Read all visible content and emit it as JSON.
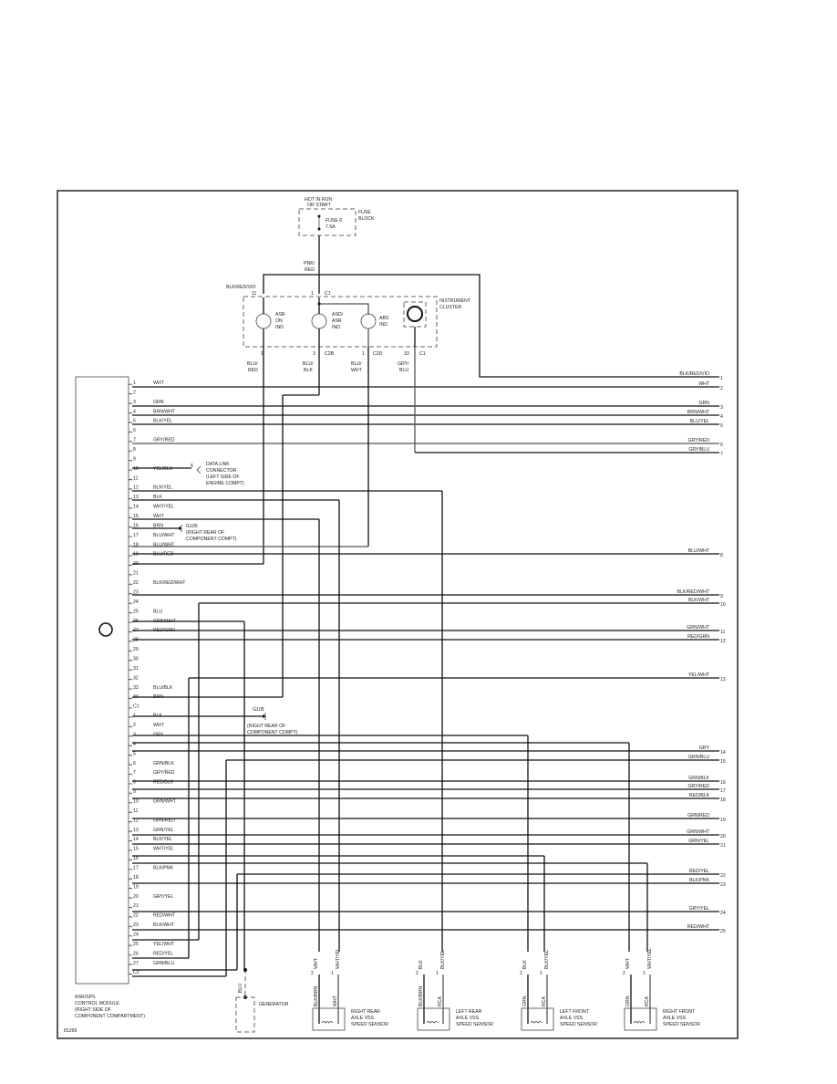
{
  "diagram": {
    "figure_id": "81269",
    "power_source": {
      "label_line1": "HOT IN RUN",
      "label_line2": "OR START",
      "fuse_label": "FUSE 6",
      "fuse_rating": "7.5A",
      "block_label1": "FUSE",
      "block_label2": "BLOCK"
    },
    "feed_wire": {
      "color_line1": "PNK/",
      "color_line2": "RED"
    },
    "cluster": {
      "label1": "INSTRUMENT",
      "label2": "CLUSTER",
      "top_left_wire": "BLK/RED/VIO",
      "top_left_pin": "11",
      "top_pin": "1",
      "top_connector": "C1",
      "indicators": [
        {
          "l1": "ASR",
          "l2": "ON",
          "l3": "IND",
          "pin": "1",
          "connector": "",
          "wire1": "BLU/",
          "wire2": "RED"
        },
        {
          "l1": "ASD/",
          "l2": "ASR",
          "l3": "IND",
          "pin": "3",
          "connector": "C2B",
          "wire1": "BLU/",
          "wire2": "BLK"
        },
        {
          "l1": "ABS",
          "l2": "IND",
          "l3": "",
          "pin": "1",
          "connector": "C2D",
          "wire1": "BLU/",
          "wire2": "WHT"
        }
      ],
      "module_pin": "33",
      "module_connector": "C1",
      "module_wire1": "GRY/",
      "module_wire2": "BLU"
    },
    "left_pins": [
      {
        "n": "1",
        "w": "WHT"
      },
      {
        "n": "2",
        "w": ""
      },
      {
        "n": "3",
        "w": "GRN"
      },
      {
        "n": "4",
        "w": "BRN/WHT"
      },
      {
        "n": "5",
        "w": "BLK/YEL"
      },
      {
        "n": "6",
        "w": ""
      },
      {
        "n": "7",
        "w": "GRY/RED"
      },
      {
        "n": "8",
        "w": ""
      },
      {
        "n": "9",
        "w": ""
      },
      {
        "n": "10",
        "w": "YEL/BLU"
      },
      {
        "n": "11",
        "w": ""
      },
      {
        "n": "12",
        "w": "BLK/YEL"
      },
      {
        "n": "13",
        "w": "BLK"
      },
      {
        "n": "14",
        "w": "WHT/YEL"
      },
      {
        "n": "15",
        "w": "WHT"
      },
      {
        "n": "16",
        "w": "BRN"
      },
      {
        "n": "17",
        "w": "BLU/WHT"
      },
      {
        "n": "18",
        "w": "BLU/WHT"
      },
      {
        "n": "19",
        "w": "BLU/RED"
      },
      {
        "n": "20",
        "w": ""
      },
      {
        "n": "21",
        "w": ""
      },
      {
        "n": "22",
        "w": "BLK/RED/WHT"
      },
      {
        "n": "23",
        "w": ""
      },
      {
        "n": "24",
        "w": ""
      },
      {
        "n": "25",
        "w": "BLU"
      },
      {
        "n": "26",
        "w": "GRN/WHT"
      },
      {
        "n": "27",
        "w": "RED/GRN"
      },
      {
        "n": "28",
        "w": ""
      },
      {
        "n": "29",
        "w": ""
      },
      {
        "n": "30",
        "w": ""
      },
      {
        "n": "31",
        "w": ""
      },
      {
        "n": "32",
        "w": ""
      },
      {
        "n": "33",
        "w": "BLU/BLK"
      },
      {
        "n": "34",
        "w": "BRN"
      },
      {
        "n": "C1",
        "w": ""
      },
      {
        "n": "1",
        "w": "BLK"
      },
      {
        "n": "2",
        "w": "WHT"
      },
      {
        "n": "3",
        "w": "GRY"
      },
      {
        "n": "4",
        "w": ""
      },
      {
        "n": "5",
        "w": ""
      },
      {
        "n": "6",
        "w": "GRN/BLK"
      },
      {
        "n": "7",
        "w": "GRY/RED"
      },
      {
        "n": "8",
        "w": "RED/BLK"
      },
      {
        "n": "9",
        "w": ""
      },
      {
        "n": "10",
        "w": "GRN/WHT"
      },
      {
        "n": "11",
        "w": ""
      },
      {
        "n": "12",
        "w": "GRN/RED"
      },
      {
        "n": "13",
        "w": "GRN/YEL"
      },
      {
        "n": "14",
        "w": "BLK/YEL"
      },
      {
        "n": "15",
        "w": "WHT/YEL"
      },
      {
        "n": "16",
        "w": ""
      },
      {
        "n": "17",
        "w": "BLK/PNK"
      },
      {
        "n": "18",
        "w": ""
      },
      {
        "n": "19",
        "w": ""
      },
      {
        "n": "20",
        "w": "GRY/YEL"
      },
      {
        "n": "21",
        "w": ""
      },
      {
        "n": "22",
        "w": "RED/WHT"
      },
      {
        "n": "23",
        "w": "BLK/WHT"
      },
      {
        "n": "24",
        "w": ""
      },
      {
        "n": "25",
        "w": "YEL/WHT"
      },
      {
        "n": "26",
        "w": "RED/YEL"
      },
      {
        "n": "27",
        "w": "GRN/BLU"
      },
      {
        "n": "C2",
        "w": ""
      }
    ],
    "right_refs": [
      {
        "n": "1",
        "w": "BLK/RED/VIO"
      },
      {
        "n": "2",
        "w": "WHT"
      },
      {
        "n": "3",
        "w": "GRN"
      },
      {
        "n": "4",
        "w": "BRN/WHT"
      },
      {
        "n": "5",
        "w": "BLU/YEL"
      },
      {
        "n": "6",
        "w": "GRY/RED"
      },
      {
        "n": "7",
        "w": "GRY/BLU"
      },
      {
        "n": "8",
        "w": "BLU/WHT"
      },
      {
        "n": "9",
        "w": "BLK/RED/WHT"
      },
      {
        "n": "10",
        "w": "BLK/WHT"
      },
      {
        "n": "11",
        "w": "GRN/WHT"
      },
      {
        "n": "12",
        "w": "RED/GRN"
      },
      {
        "n": "13",
        "w": "YEL/WHT"
      },
      {
        "n": "14",
        "w": "GRY"
      },
      {
        "n": "15",
        "w": "GRN/BLU"
      },
      {
        "n": "16",
        "w": "GRN/BLK"
      },
      {
        "n": "17",
        "w": "GRY/RED"
      },
      {
        "n": "18",
        "w": "RED/BLK"
      },
      {
        "n": "19",
        "w": "GRN/RED"
      },
      {
        "n": "20",
        "w": "GRN/WHT"
      },
      {
        "n": "21",
        "w": "GRN/YEL"
      },
      {
        "n": "22",
        "w": "RED/YEL"
      },
      {
        "n": "23",
        "w": "BLK/PNK"
      },
      {
        "n": "24",
        "w": "GRY/YEL"
      },
      {
        "n": "25",
        "w": "RED/WHT"
      }
    ],
    "dlc": {
      "pin": "6",
      "l1": "DATA LINK",
      "l2": "CONNECTOR",
      "l3": "(LEFT SIDE OF",
      "l4": "ENGINE COMPT)"
    },
    "ground1": {
      "id": "G105",
      "l1": "(RIGHT REAR OF",
      "l2": "COMPONENT COMPT)"
    },
    "ground2": {
      "id": "G105",
      "l1": "(RIGHT REAR OF",
      "l2": "COMPONENT COMPT)"
    },
    "module": {
      "l1": "ASR/SPS",
      "l2": "CONTROL MODULE",
      "l3": "(RIGHT SIDE OF",
      "l4": "COMPONENT COMPARTMENT)"
    },
    "generator": {
      "label": "GENERATOR",
      "wire": "BLU"
    },
    "sensors": [
      {
        "n1": "RIGHT REAR",
        "n2": "AXLE VSS",
        "n3": "SPEED SENSOR",
        "p2w": "WHT",
        "p1w": "WHT/YEL",
        "lw": "BLK/BRN",
        "rw": "WHT"
      },
      {
        "n1": "LEFT REAR",
        "n2": "AXLE VSS",
        "n3": "SPEED SENSOR",
        "p2w": "BLK",
        "p1w": "BLK/YEL",
        "lw": "BLK/BRN",
        "rw": "RCA"
      },
      {
        "n1": "LEFT FRONT",
        "n2": "AXLE VSS",
        "n3": "SPEED SENSOR",
        "p2w": "BLK",
        "p1w": "BLK/YEL",
        "lw": "GRN",
        "rw": "RCA"
      },
      {
        "n1": "RIGHT FRONT",
        "n2": "AXLE VSS",
        "n3": "SPEED SENSOR",
        "p2w": "WHT",
        "p1w": "WHT/YEL",
        "lw": "GRN",
        "rw": "RCA"
      }
    ],
    "sensor_pins": {
      "a": "2",
      "b": "1"
    }
  }
}
